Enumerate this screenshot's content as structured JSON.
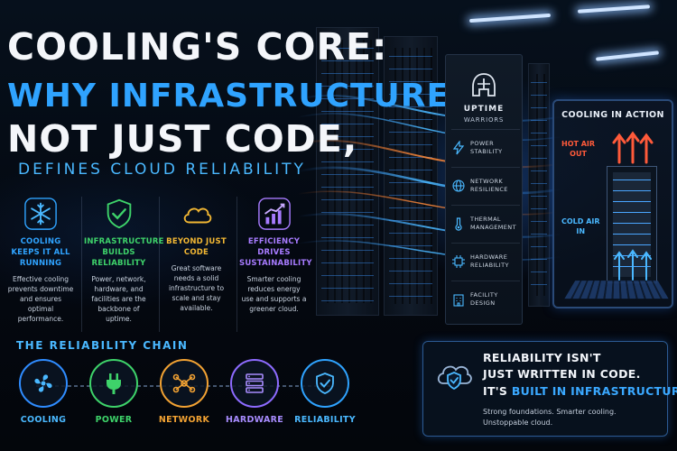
{
  "title": {
    "line1": "COOLING'S CORE:",
    "line2": "WHY INFRASTRUCTURE,",
    "line3": "NOT JUST CODE,",
    "subtitle": "DEFINES CLOUD RELIABILITY"
  },
  "features": [
    {
      "icon": "snowflake-icon",
      "heading": "COOLING KEEPS IT ALL RUNNING",
      "body": "Effective cooling prevents downtime and ensures optimal performance.",
      "color": "#2fa3ff"
    },
    {
      "icon": "shield-check-icon",
      "heading": "INFRASTRUCTURE BUILDS RELIABILITY",
      "body": "Power, network, hardware, and facilities are the backbone of uptime.",
      "color": "#3ed36a"
    },
    {
      "icon": "cloud-icon",
      "heading": "BEYOND JUST CODE",
      "body": "Great software needs a solid infrastructure to scale and stay available.",
      "color": "#f2b733"
    },
    {
      "icon": "growth-chart-icon",
      "heading": "EFFICIENCY DRIVES SUSTAINABILITY",
      "body": "Smarter cooling reduces energy use and supports a greener cloud.",
      "color": "#a77bff"
    }
  ],
  "chain": {
    "title": "THE RELIABILITY CHAIN",
    "nodes": [
      {
        "label": "COOLING",
        "icon": "fan-icon",
        "color": "#2f8cff"
      },
      {
        "label": "POWER",
        "icon": "plug-icon",
        "color": "#3ed36a"
      },
      {
        "label": "NETWORK",
        "icon": "network-icon",
        "color": "#f2a233"
      },
      {
        "label": "HARDWARE",
        "icon": "server-icon",
        "color": "#8d6bff"
      },
      {
        "label": "RELIABILITY",
        "icon": "shield-check-icon",
        "color": "#2fa3ff"
      }
    ]
  },
  "panel": {
    "brand_line1": "UPTIME",
    "brand_line2": "WARRIORS",
    "items": [
      {
        "icon": "lightning-icon",
        "label_line1": "POWER",
        "label_line2": "STABILITY"
      },
      {
        "icon": "globe-icon",
        "label_line1": "NETWORK",
        "label_line2": "RESILIENCE"
      },
      {
        "icon": "thermometer-icon",
        "label_line1": "THERMAL",
        "label_line2": "MANAGEMENT"
      },
      {
        "icon": "chip-icon",
        "label_line1": "HARDWARE",
        "label_line2": "RELIABILITY"
      },
      {
        "icon": "building-icon",
        "label_line1": "FACILITY",
        "label_line2": "DESIGN"
      }
    ]
  },
  "cooling_in_action": {
    "title": "COOLING IN ACTION",
    "hot_line1": "HOT AIR",
    "hot_line2": "OUT",
    "cold_line1": "COLD AIR",
    "cold_line2": "IN"
  },
  "message": {
    "line1": "RELIABILITY ISN'T",
    "line2": "JUST WRITTEN IN CODE.",
    "line3a": "IT'S ",
    "line3b": "BUILT IN INFRASTRUCTURE.",
    "tag_line1": "Strong foundations. Smarter cooling.",
    "tag_line2": "Unstoppable cloud."
  },
  "colors": {
    "accent_blue": "#2fa3ff",
    "hot": "#ff5a3a",
    "background": "#05090f"
  }
}
